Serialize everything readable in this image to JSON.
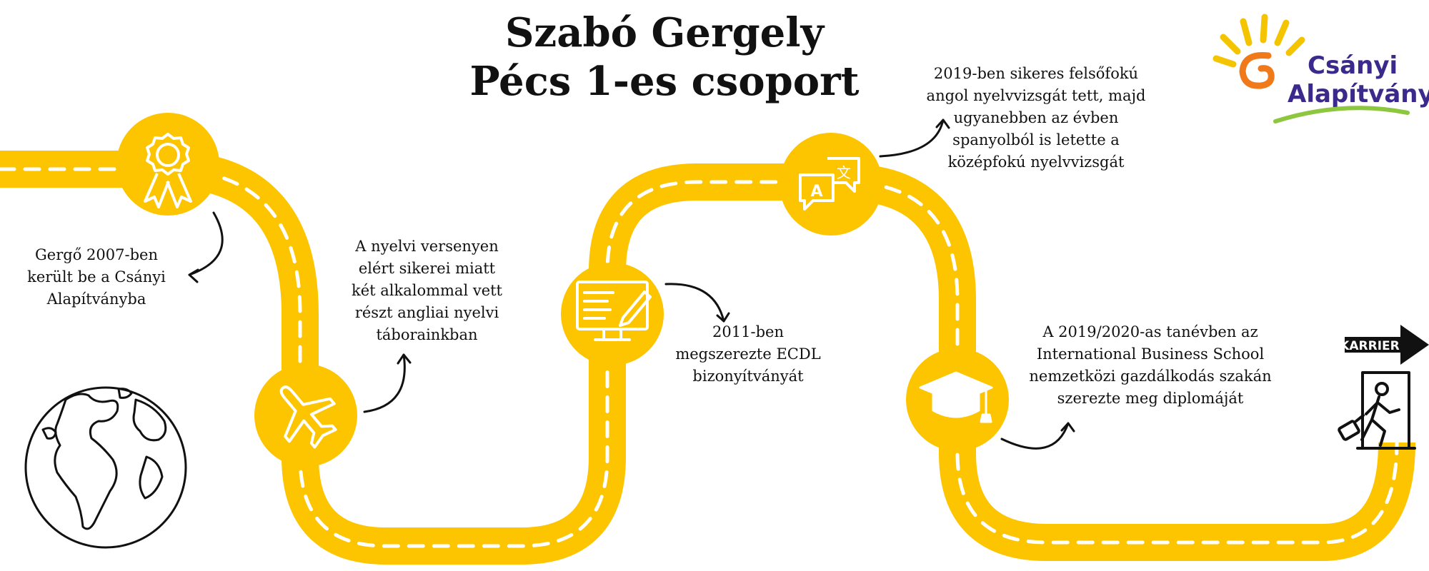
{
  "title": {
    "line1": "Szabó Gergely",
    "line2": "Pécs 1-es csoport"
  },
  "logo": {
    "line1": "Csányi",
    "line2": "Alapítvány",
    "colors": {
      "sun": "#f4c400",
      "swirl": "#f07a1a",
      "text": "#3b2a8c",
      "swoosh": "#8dc63f"
    }
  },
  "road": {
    "color": "#fdc400",
    "dash_color": "#ffffff"
  },
  "milestones": [
    {
      "icon": "award-ribbon-icon",
      "lines": [
        "Gergő 2007-ben",
        "került be a Csányi",
        "Alapítványba"
      ]
    },
    {
      "icon": "airplane-icon",
      "lines": [
        "A nyelvi versenyen",
        "elért sikerei miatt",
        "két alkalommal vett",
        "részt angliai nyelvi",
        "táborainkban"
      ]
    },
    {
      "icon": "computer-certificate-icon",
      "lines": [
        "2011-ben",
        "megszerezte ECDL",
        "bizonyítványát"
      ]
    },
    {
      "icon": "translate-speech-icon",
      "lines": [
        "2019-ben sikeres felsőfokú",
        "angol nyelvvizsgát tett, majd",
        "ugyanebben az évben",
        "spanyolból is letette a",
        "középfokú nyelvvizsgát"
      ]
    },
    {
      "icon": "graduation-cap-icon",
      "lines": [
        "A 2019/2020-as tanévben az",
        "International Business School",
        "nemzetközi gazdálkodás szakán",
        "szerezte meg diplomáját"
      ]
    }
  ],
  "career": {
    "label": "KARRIER",
    "icon": "exit-door-traveler-icon"
  },
  "globe": {
    "icon": "globe-icon"
  }
}
